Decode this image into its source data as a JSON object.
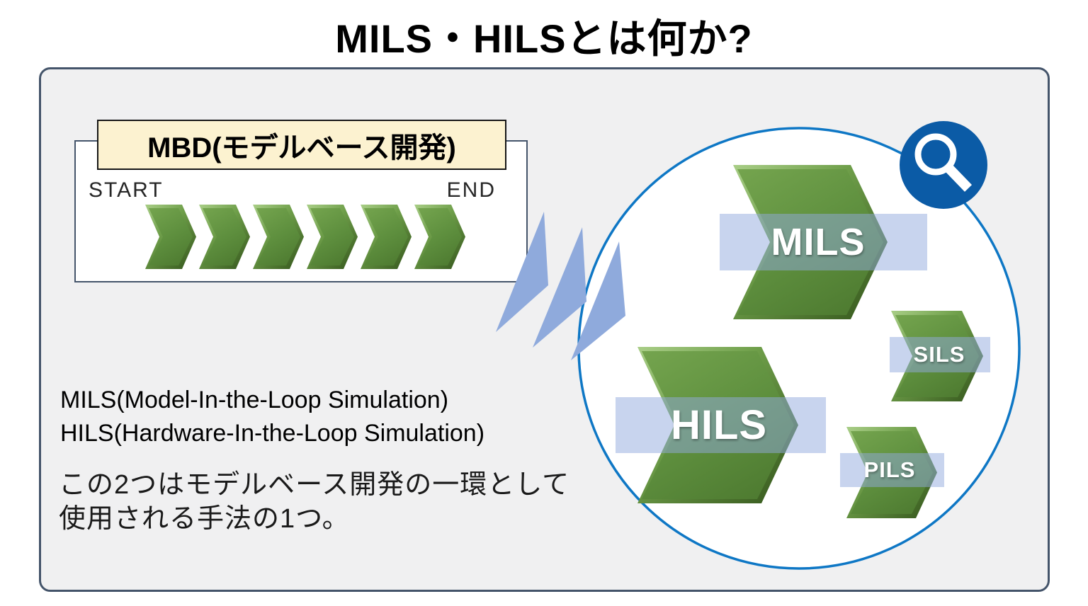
{
  "slide": {
    "title": "MILS・HILSとは何か?"
  },
  "mbd_process": {
    "label": "MBD(モデルベース開発)",
    "start": "START",
    "end": "END",
    "step_count": 6
  },
  "magnified_view": {
    "icon": "magnifier-icon",
    "items": [
      {
        "label": "MILS",
        "size": "large"
      },
      {
        "label": "HILS",
        "size": "large"
      },
      {
        "label": "SILS",
        "size": "small"
      },
      {
        "label": "PILS",
        "size": "small"
      }
    ]
  },
  "description": {
    "mils_full": "MILS(Model-In-the-Loop Simulation)",
    "hils_full": "HILS(Hardware-In-the-Loop Simulation)",
    "note_line1": "この2つはモデルベース開発の一環として",
    "note_line2": "使用される手法の1つ。"
  },
  "colors": {
    "chevron_green": "#5E8F3E",
    "highlight_band_blue": "#8FAADC",
    "burst_triangle_blue": "#8FAADC",
    "circle_stroke_blue": "#0E77C5",
    "magnifier_blue": "#0B5BA6",
    "panel_border": "#44546A",
    "panel_fill": "#F0F0F1",
    "mbd_label_fill": "#FCF2D0"
  }
}
